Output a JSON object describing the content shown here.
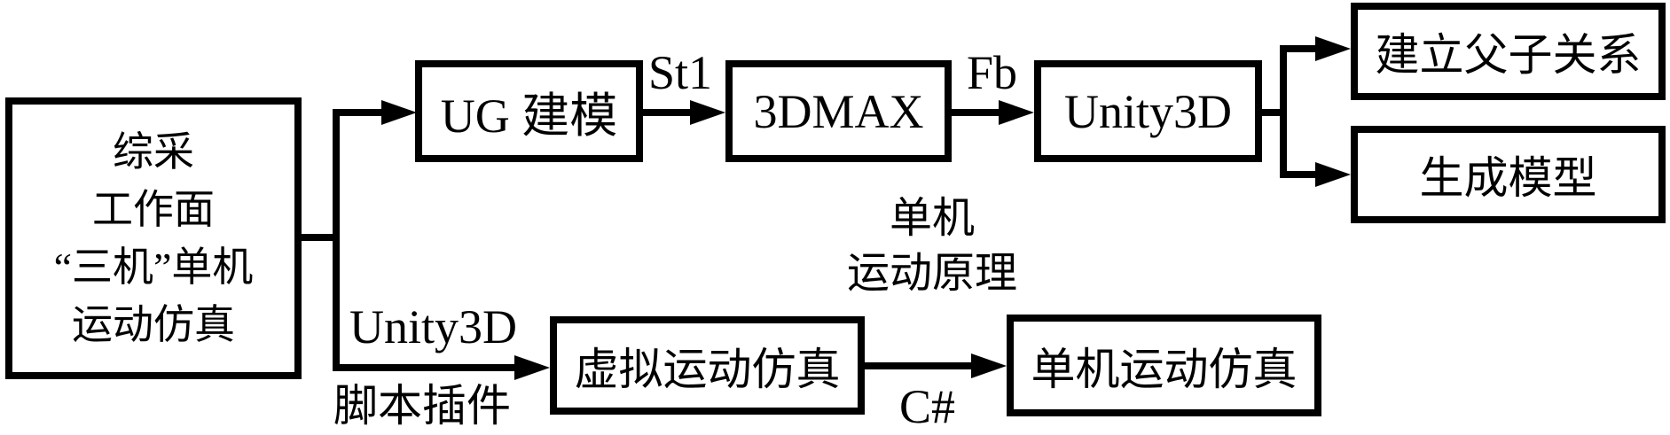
{
  "colors": {
    "line": "#000000",
    "background": "#ffffff",
    "text": "#000000"
  },
  "root_box": {
    "lines": [
      "综采",
      "工作面",
      "“三机”单机",
      "运动仿真"
    ]
  },
  "top_flow": {
    "ug_box": "UG 建模",
    "st1_label": "St1",
    "dmax_box": "3DMAX",
    "fb_label": "Fb",
    "unity_box": "Unity3D",
    "parent_child_box": "建立父子关系",
    "generate_model_box": "生成模型"
  },
  "middle_note": {
    "lines": [
      "单机",
      "运动原理"
    ]
  },
  "bottom_flow": {
    "edge_label_top": "Unity3D",
    "edge_label_bottom": "脚本插件",
    "virtual_sim_box": "虚拟运动仿真",
    "csharp_label": "C#",
    "single_sim_box": "单机运动仿真"
  }
}
